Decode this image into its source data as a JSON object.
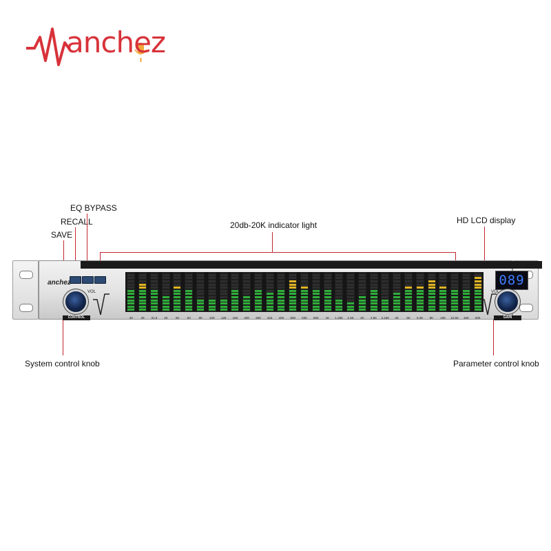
{
  "brand": {
    "logo_text": "anchez",
    "logo_color": "#d8323a",
    "device_brand": "anchez"
  },
  "callouts": {
    "eq_bypass": "EQ BYPASS",
    "recall": "RECALL",
    "save": "SAVE",
    "indicator": "20db-20K indicator light",
    "lcd": "HD LCD display",
    "system_knob": "System control knob",
    "parameter_knob": "Parameter control knob"
  },
  "device": {
    "lcd_value": "089",
    "control_label": "CONTROL",
    "gain_label": "GAIN",
    "knob_left_caption": "VOL",
    "knob_right_caption": "VOL",
    "bands": [
      {
        "freq": "20",
        "level": 0.62
      },
      {
        "freq": "25",
        "level": 0.74
      },
      {
        "freq": "31.5",
        "level": 0.62
      },
      {
        "freq": "40",
        "level": 0.4
      },
      {
        "freq": "50",
        "level": 0.68
      },
      {
        "freq": "63",
        "level": 0.58
      },
      {
        "freq": "80",
        "level": 0.3
      },
      {
        "freq": "100",
        "level": 0.3
      },
      {
        "freq": "125",
        "level": 0.34
      },
      {
        "freq": "150",
        "level": 0.58
      },
      {
        "freq": "200",
        "level": 0.42
      },
      {
        "freq": "250",
        "level": 0.6
      },
      {
        "freq": "315",
        "level": 0.46
      },
      {
        "freq": "400",
        "level": 0.55
      },
      {
        "freq": "500",
        "level": 0.84
      },
      {
        "freq": "630",
        "level": 0.68
      },
      {
        "freq": "800",
        "level": 0.6
      },
      {
        "freq": "1K",
        "level": 0.58
      },
      {
        "freq": "1.25K",
        "level": 0.34
      },
      {
        "freq": "1.6K",
        "level": 0.28
      },
      {
        "freq": "2K",
        "level": 0.44
      },
      {
        "freq": "2.5K",
        "level": 0.6
      },
      {
        "freq": "3.15K",
        "level": 0.36
      },
      {
        "freq": "4K",
        "level": 0.48
      },
      {
        "freq": "5K",
        "level": 0.7
      },
      {
        "freq": "6.3K",
        "level": 0.64
      },
      {
        "freq": "8K",
        "level": 0.82
      },
      {
        "freq": "10K",
        "level": 0.7
      },
      {
        "freq": "12.5K",
        "level": 0.62
      },
      {
        "freq": "16K",
        "level": 0.56
      },
      {
        "freq": "20K",
        "level": 0.92
      }
    ],
    "colors": {
      "low": "#2fae3a",
      "mid": "#e0b423",
      "peak": "#e2322f",
      "dim": "#2e2e2e"
    }
  }
}
